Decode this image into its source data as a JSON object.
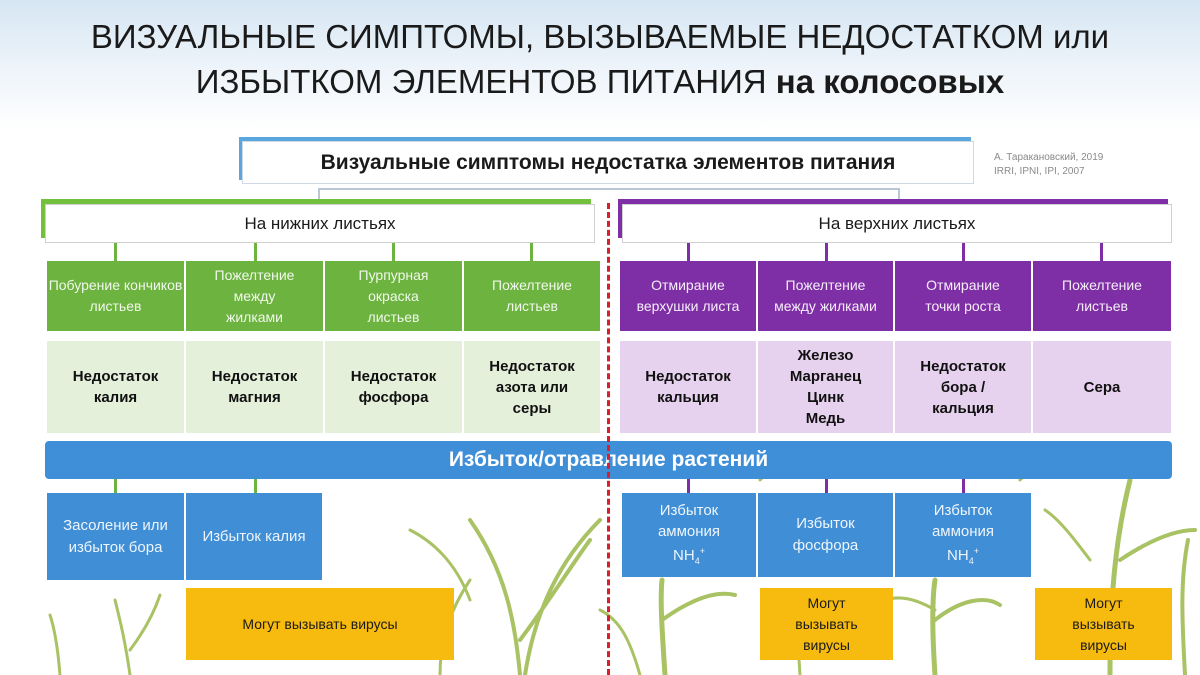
{
  "title": {
    "line1": "ВИЗУАЛЬНЫЕ СИМПТОМЫ, ВЫЗЫВАЕМЫЕ НЕДОСТАТКОМ или",
    "line2_plain": "ИЗБЫТКОМ ЭЛЕМЕНТОВ ПИТАНИЯ ",
    "line2_bold": "на колосовых"
  },
  "root": "Визуальные симптомы недостатка элементов питания",
  "source": {
    "line1": "А. Таракановский, 2019",
    "line2": "IRRI, IPNI, IPI, 2007"
  },
  "branches": {
    "lower": "На нижних листьях",
    "upper": "На верхних листьях"
  },
  "lower_symptoms": [
    "Побурение кончиков листьев",
    "Пожелтение между жилками",
    "Пурпурная окраска листьев",
    "Пожелтение листьев"
  ],
  "lower_deficits": [
    "Недостаток калия",
    "Недостаток магния",
    "Недостаток фосфора",
    "Недостаток азота или серы"
  ],
  "upper_symptoms": [
    "Отмирание верхушки листа",
    "Пожелтение между жилками",
    "Отмирание точки роста",
    "Пожелтение листьев"
  ],
  "upper_deficits": [
    "Недостаток кальция",
    "Железо Марганец Цинк Медь",
    "Недостаток бора / кальция",
    "Сера"
  ],
  "excess_banner": "Избыток/отравление растений",
  "excess_lower": [
    "Засоление или избыток бора",
    "Избыток калия"
  ],
  "excess_upper": {
    "ammonium1": "Избыток аммония",
    "phosphorus": "Избыток фосфора",
    "ammonium2": "Избыток аммония",
    "nh4_base": "NH",
    "nh4_sub": "4",
    "nh4_sup": "+"
  },
  "virus_label": "Могут вызывать вирусы",
  "colors": {
    "green": "#6cb33f",
    "light_green": "#e4f0da",
    "purple": "#7f2fa5",
    "light_purple": "#e6d2ee",
    "blue": "#3f8ed6",
    "yellow": "#f7bb0f",
    "divider_red": "#d9202a"
  }
}
